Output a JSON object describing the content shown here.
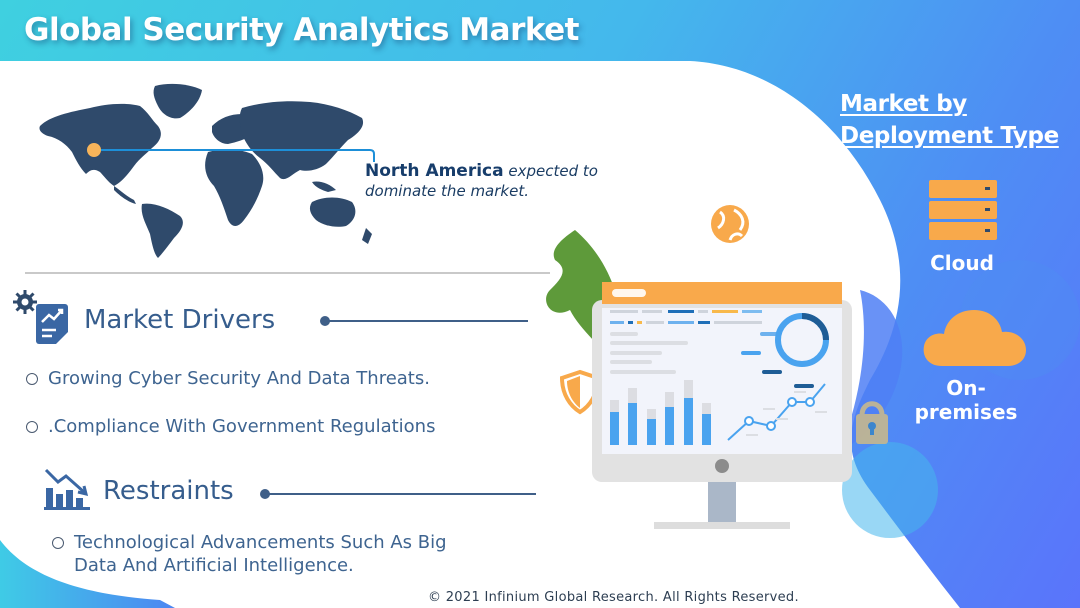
{
  "header": {
    "title": "Global Security Analytics Market"
  },
  "map": {
    "icon": "world-map-icon",
    "marker_color": "#f7b45a",
    "callout_region": "North America",
    "callout_text": "expected to dominate the market.",
    "callout_line1_rest": "expected to",
    "callout_line2": "dominate the market."
  },
  "drivers": {
    "icon": "gear-document-chart-icon",
    "title": "Market Drivers",
    "items": [
      "Growing Cyber Security And Data Threats.",
      ".Compliance With Government Regulations"
    ]
  },
  "restraints": {
    "icon": "declining-bar-chart-icon",
    "title": "Restraints",
    "items": [
      "Technological Advancements Such As Big Data And Artificial Intelligence."
    ],
    "item_lines": [
      "Technological Advancements Such As Big",
      "Data And Artificial Intelligence."
    ]
  },
  "deployment": {
    "heading_line1": "Market by",
    "heading_line2": "Deployment Type",
    "types": [
      {
        "label": "Cloud",
        "icon": "server-stack-icon"
      },
      {
        "label": "On-premises",
        "icon": "cloud-icon"
      }
    ]
  },
  "illustration": {
    "monitor_icon": "dashboard-monitor-icon",
    "decor_icons": [
      "globe-icon",
      "shield-icon",
      "padlock-icon",
      "leaf-icon"
    ],
    "colors": {
      "orange": "#f9a94b",
      "blue": "#4aa3ef",
      "navy": "#1f5d96",
      "green": "#5e9a3a"
    }
  },
  "footer": {
    "copyright": "© 2021 Infinium Global Research. All Rights Reserved."
  }
}
